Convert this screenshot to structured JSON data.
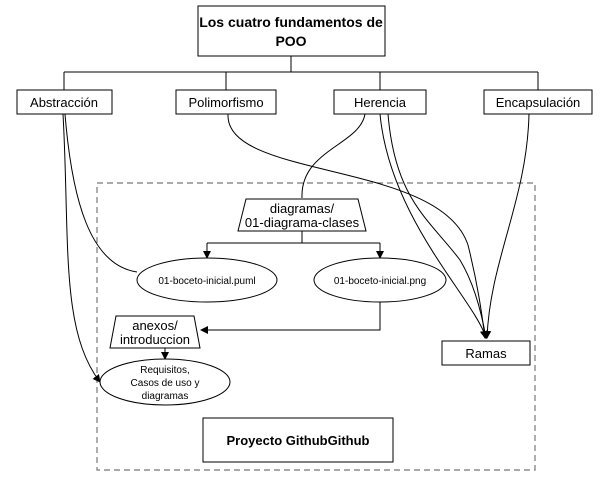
{
  "title_lines": [
    "Los cuatro fundamentos de",
    "POO"
  ],
  "pillars": {
    "abstraccion": "Abstracción",
    "polimorfismo": "Polimorfismo",
    "herencia": "Herencia",
    "encapsulacion": "Encapsulación"
  },
  "folders": {
    "diagramas": [
      "diagramas/",
      "01-diagrama-clases"
    ],
    "anexos": [
      "anexos/",
      "introduccion"
    ]
  },
  "files": {
    "puml": "01-boceto-inicial.puml",
    "png": "01-boceto-inicial.png",
    "requisitos": [
      "Requisitos,",
      "Casos de uso y",
      "diagramas"
    ]
  },
  "ramas": "Ramas",
  "project": "Proyecto GithubGithub"
}
